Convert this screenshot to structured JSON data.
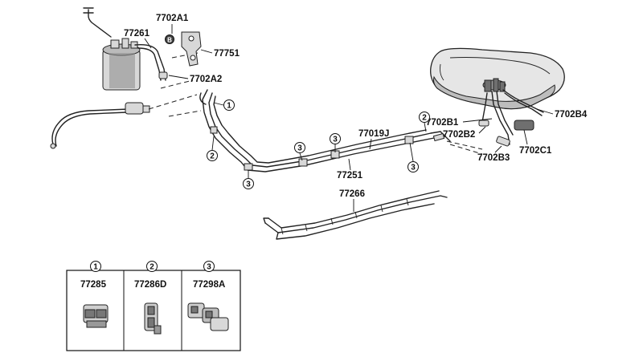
{
  "callouts": {
    "c7702A1": "7702A1",
    "c77261": "77261",
    "c77751": "77751",
    "c7702A2": "7702A2",
    "c7702B1": "7702B1",
    "c7702B2": "7702B2",
    "c7702B3": "7702B3",
    "c7702B4": "7702B4",
    "c7702C1": "7702C1",
    "c77019J": "77019J",
    "c77251": "77251",
    "c77266": "77266"
  },
  "marker_b": "B",
  "clip_markers": {
    "one": "1",
    "two": "2",
    "three": "3"
  },
  "legend": {
    "items": [
      {
        "marker": "1",
        "part": "77285"
      },
      {
        "marker": "2",
        "part": "77286D"
      },
      {
        "marker": "3",
        "part": "77298A"
      }
    ]
  }
}
